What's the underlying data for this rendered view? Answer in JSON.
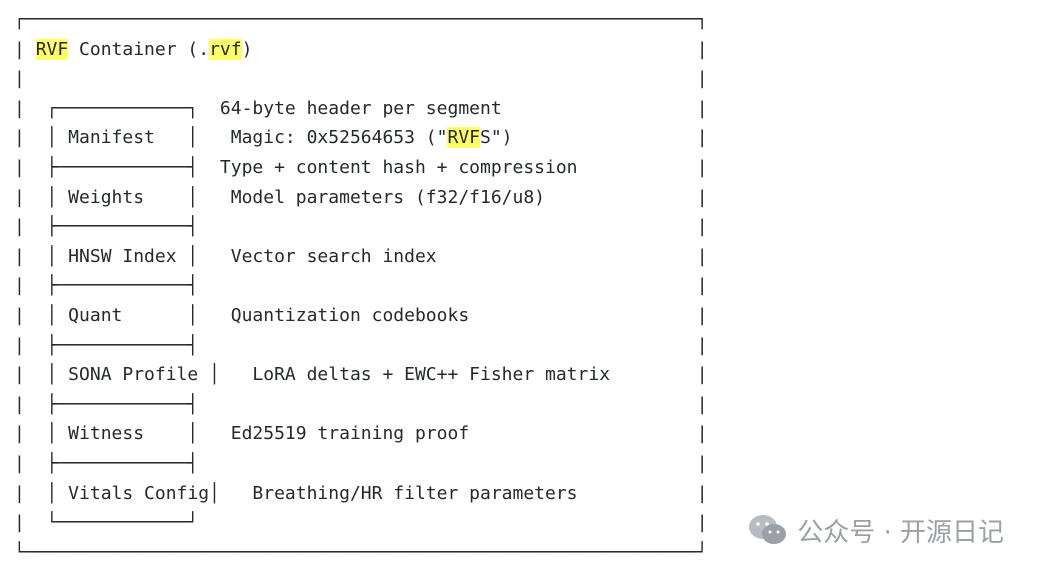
{
  "lines": [
    "┌──────────────────────────────────────────────────────────────┐",
    "| RVF Container (.rvf)                                         |",
    "|                                                              |",
    "|  ┌────────────┐  64-byte header per segment                  |",
    "|  │ Manifest   │   Magic: 0x52564653 (\"RVFS\")                 |",
    "|  ├────────────┤  Type + content hash + compression           |",
    "|  │ Weights    │   Model parameters (f32/f16/u8)              |",
    "|  ├────────────┤                                              |",
    "|  │ HNSW Index │   Vector search index                        |",
    "|  ├────────────┤                                              |",
    "|  │ Quant      │   Quantization codebooks                     |",
    "|  ├────────────┤                                              |",
    "|  │ SONA Profile │   LoRA deltas + EWC++ Fisher matrix        |",
    "|  ├────────────┤                                              |",
    "|  │ Witness    │   Ed25519 training proof                     |",
    "|  ├────────────┤                                              |",
    "|  │ Vitals Config│   Breathing/HR filter parameters           |",
    "|  └────────────┘                                              |",
    "└──────────────────────────────────────────────────────────────┘"
  ],
  "highlights": {
    "title_rvf": "RVF",
    "title_ext": "rvf",
    "magic_rvf": "RVF"
  },
  "watermark": {
    "icon": "wechat-icon",
    "text": "公众号 · 开源日记"
  }
}
